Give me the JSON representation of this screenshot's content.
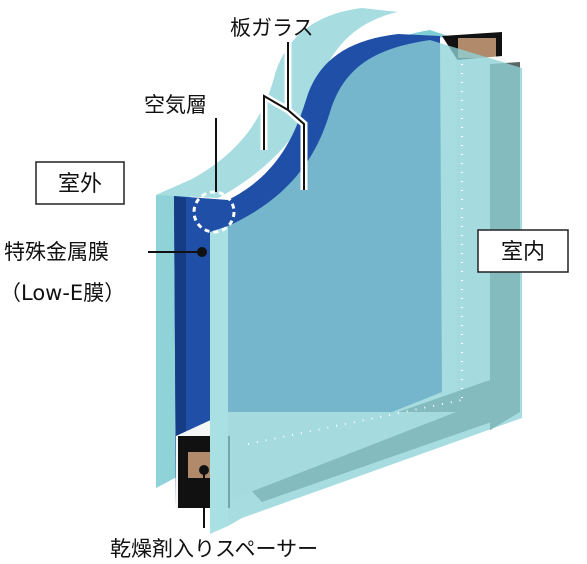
{
  "diagram": {
    "labels": {
      "plate_glass": "板ガラス",
      "air_layer": "空気層",
      "outdoor": "室外",
      "indoor": "室内",
      "low_e_line1": "特殊金属膜",
      "low_e_line2": "（Low-E膜）",
      "spacer": "乾燥剤入りスペーサー"
    },
    "colors": {
      "glass_light": "#9fd8dc",
      "glass_mid": "#7cc7cf",
      "glass_dark": "#5bb3bf",
      "low_e_blue": "#1f4fa6",
      "low_e_dark": "#163c85",
      "frame_dark": "#5b6466",
      "spacer_black": "#111111",
      "desiccant": "#b08a6a"
    }
  }
}
